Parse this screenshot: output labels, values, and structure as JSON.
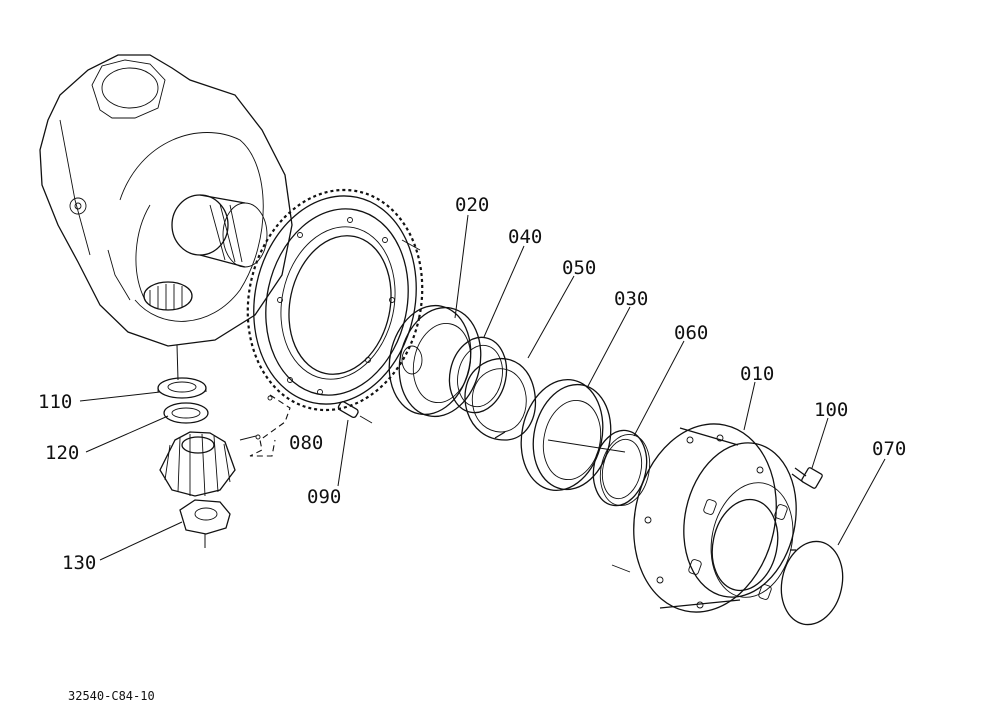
{
  "callouts": {
    "c010": "010",
    "c020": "020",
    "c030": "030",
    "c040": "040",
    "c050": "050",
    "c060": "060",
    "c070": "070",
    "c080": "080",
    "c090": "090",
    "c100": "100",
    "c110": "110",
    "c120": "120",
    "c130": "130"
  },
  "figure_id": "32540-C84-10"
}
